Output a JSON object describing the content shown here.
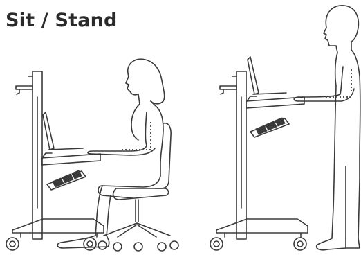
{
  "title": "Sit / Stand",
  "figures": [
    {
      "name": "seated-workstation",
      "posture": "sit"
    },
    {
      "name": "standing-workstation",
      "posture": "stand"
    }
  ]
}
